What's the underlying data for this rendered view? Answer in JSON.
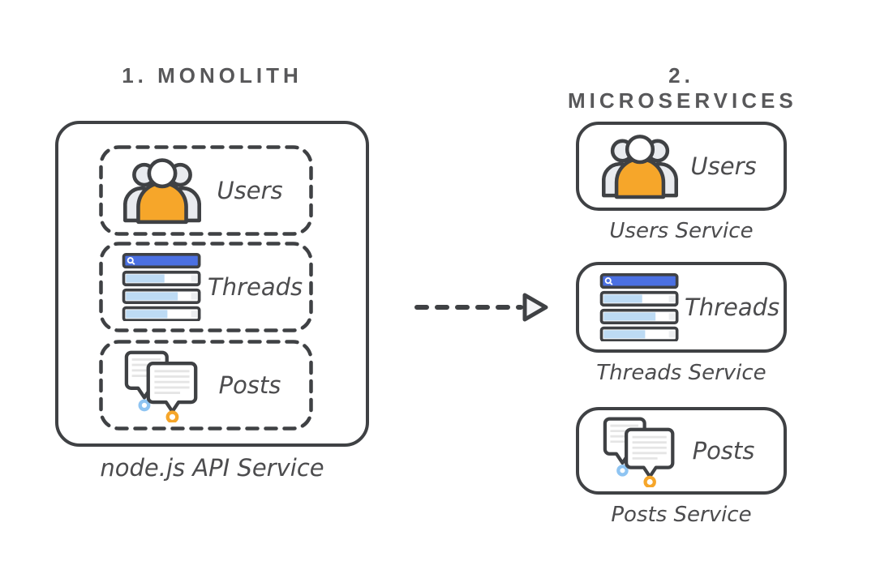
{
  "left": {
    "title": "1. MONOLITH",
    "caption": "node.js API Service",
    "modules": [
      {
        "label": "Users",
        "icon": "users-icon"
      },
      {
        "label": "Threads",
        "icon": "threads-icon"
      },
      {
        "label": "Posts",
        "icon": "posts-icon"
      }
    ]
  },
  "right": {
    "title": "2. MICROSERVICES",
    "services": [
      {
        "label": "Users",
        "caption": "Users Service",
        "icon": "users-icon"
      },
      {
        "label": "Threads",
        "caption": "Threads Service",
        "icon": "threads-icon"
      },
      {
        "label": "Posts",
        "caption": "Posts Service",
        "icon": "posts-icon"
      }
    ]
  },
  "arrow": {
    "icon": "dashed-arrow-right-icon"
  },
  "colors": {
    "outline": "#3f4144",
    "title_text": "#58585a",
    "label_text": "#4c4c4e",
    "orange": "#f6a62a",
    "blue": "#4b70e2",
    "light_blue": "#bddbf4",
    "light_gray": "#e9ebef",
    "triangle_fill": "#f4f5f7",
    "bubble_line": "#e5e5e5",
    "background": "#ffffff"
  }
}
